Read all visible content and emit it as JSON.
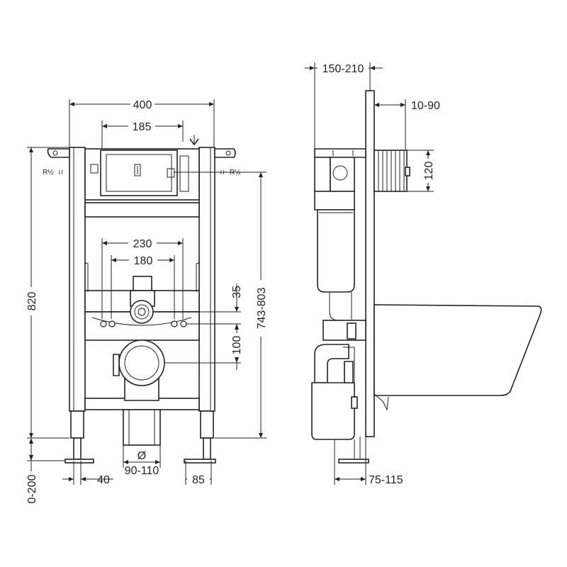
{
  "front_view": {
    "width_total": "400",
    "width_cistern": "185",
    "width_bolts_outer": "230",
    "width_bolts_inner": "180",
    "height_frame": "820",
    "height_range": "743-803",
    "offset_inlet": "35",
    "offset_waste": "100",
    "leg_adjust": "0-200",
    "foot_left": "40",
    "foot_right": "85",
    "waste_symbol": "Ø",
    "waste_diameter": "90-110",
    "inlet_left": "R½",
    "inlet_right": "R½"
  },
  "side_view": {
    "depth_frame": "150-210",
    "wall_thickness": "10-90",
    "button_height": "120",
    "pan_projection": "75-115"
  }
}
